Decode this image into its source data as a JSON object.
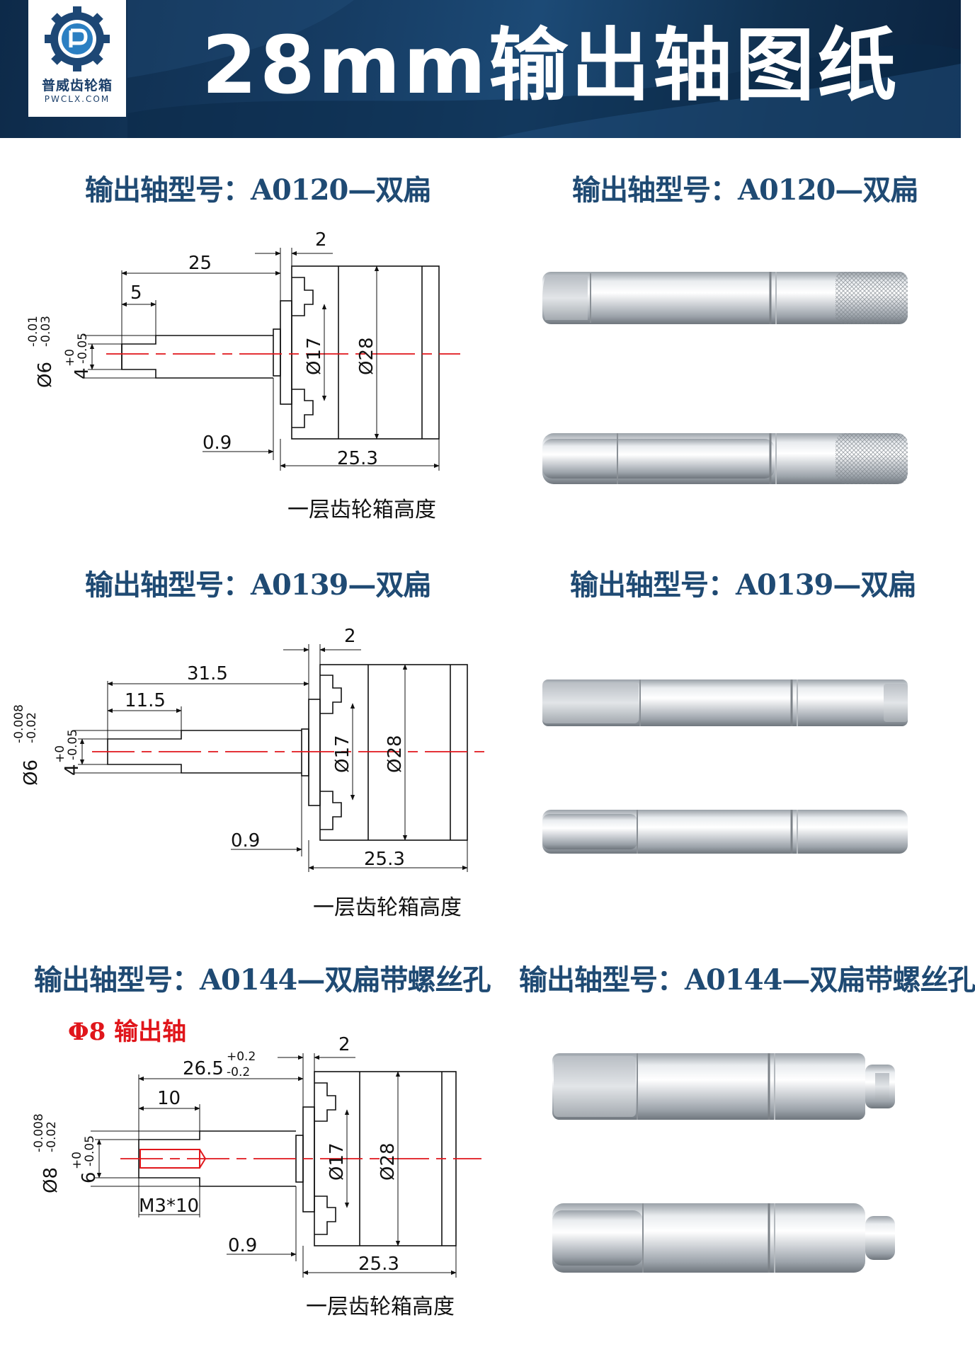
{
  "header": {
    "title": "28mm输出轴图纸",
    "logo_cn": "普威齿轮箱",
    "logo_en": "PWCLX.COM"
  },
  "sections": [
    {
      "title_left": "输出轴型号：A0120—双扁",
      "title_right": "输出轴型号：A0120—双扁",
      "dims": {
        "flange_gap": "2",
        "shaft_len": "25",
        "flat_len": "5",
        "shaft_dia": "Ø6",
        "shaft_tol_upper": "-0.01",
        "shaft_tol_lower": "-0.03",
        "flat_size": "4",
        "flat_tol_upper": "+0",
        "flat_tol_lower": "-0.05",
        "bore": "Ø17",
        "outer": "Ø28",
        "step": "0.9",
        "height": "25.3"
      },
      "caption": "一层齿轮箱高度"
    },
    {
      "title_left": "输出轴型号：A0139—双扁",
      "title_right": "输出轴型号：A0139—双扁",
      "dims": {
        "flange_gap": "2",
        "shaft_len": "31.5",
        "flat_len": "11.5",
        "shaft_dia": "Ø6",
        "shaft_tol_upper": "-0.008",
        "shaft_tol_lower": "-0.02",
        "flat_size": "4",
        "flat_tol_upper": "+0",
        "flat_tol_lower": "-0.05",
        "bore": "Ø17",
        "outer": "Ø28",
        "step": "0.9",
        "height": "25.3"
      },
      "caption": "一层齿轮箱高度"
    },
    {
      "title_left": "输出轴型号：A0144—双扁带螺丝孔",
      "title_right": "输出轴型号：A0144—双扁带螺丝孔",
      "note": "Φ8 输出轴",
      "dims": {
        "flange_gap": "2",
        "shaft_len": "26.5",
        "shaft_len_tol_upper": "+0.2",
        "shaft_len_tol_lower": "-0.2",
        "flat_len": "10",
        "shaft_dia": "Ø8",
        "shaft_tol_upper": "-0.008",
        "shaft_tol_lower": "-0.02",
        "flat_size": "6",
        "flat_tol_upper": "+0",
        "flat_tol_lower": "-0.05",
        "thread": "M3*10",
        "bore": "Ø17",
        "outer": "Ø28",
        "step": "0.9",
        "height": "25.3"
      },
      "caption": "一层齿轮箱高度"
    }
  ],
  "colors": {
    "banner": "#133a60",
    "title_text": "#1f4a73",
    "centerline": "#e0161b",
    "note": "#e0161b"
  }
}
